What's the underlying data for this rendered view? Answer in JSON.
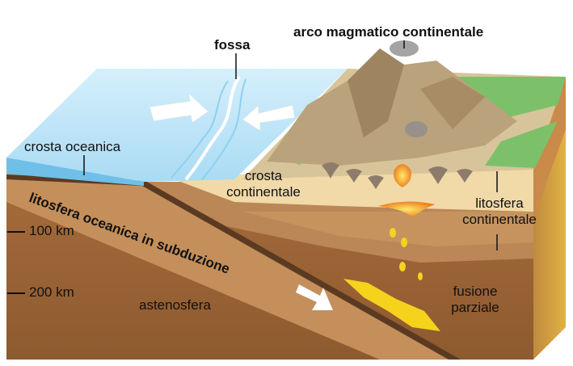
{
  "labels": {
    "fossa": "fossa",
    "arco": "arco magmatico continentale",
    "crosta_oceanica": "crosta oceanica",
    "crosta_continentale_1": "crosta",
    "crosta_continentale_2": "continentale",
    "litosfera_oceanica": "litosfera oceanica in subduzione",
    "litosfera_continentale_1": "litosfera",
    "litosfera_continentale_2": "continentale",
    "astenosfera": "astenosfera",
    "fusione_1": "fusione",
    "fusione_2": "parziale"
  },
  "depth_scale": [
    "100 km",
    "200 km"
  ],
  "colors": {
    "ocean_top": "#bfe3f7",
    "ocean_side": "#7cc3ea",
    "mountain": "#b9a27c",
    "vegetation": "#7dc06a",
    "continental_crust": "#f1d9a8",
    "lithosphere": "#b98754",
    "asthenosphere": "#a06838",
    "slab": "#5b3a22",
    "magma": "#f5d21c",
    "arrow": "#ffffff"
  }
}
